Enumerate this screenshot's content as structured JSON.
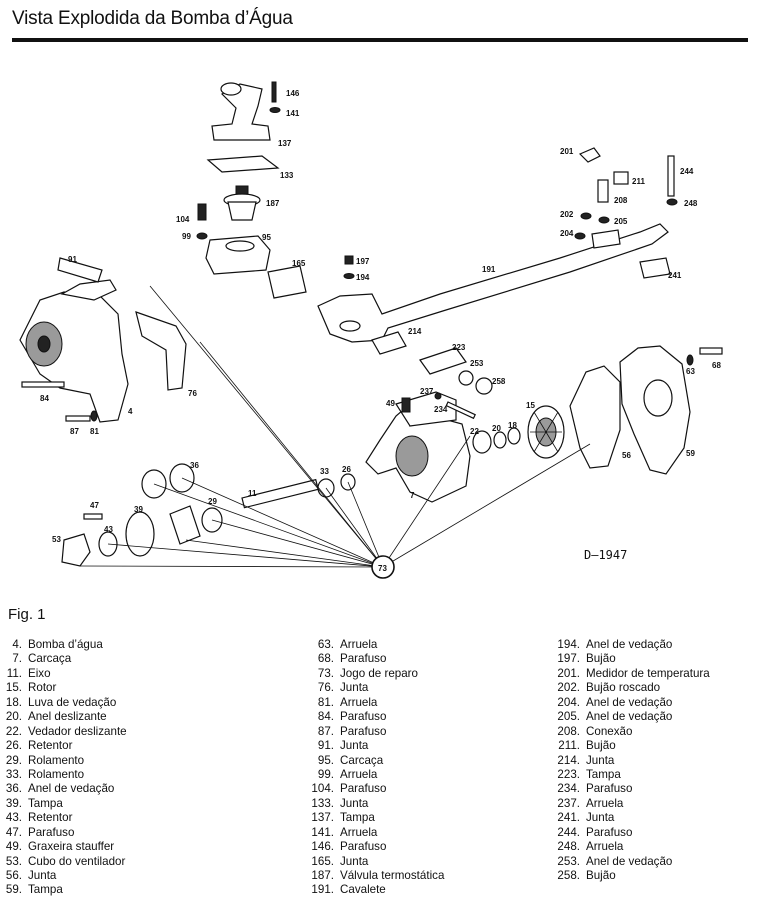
{
  "title": "Vista Explodida da Bomba d’Água",
  "figure_label": "Fig. 1",
  "drawing_ref": "D—1947",
  "callouts": [
    "146",
    "141",
    "137",
    "133",
    "187",
    "104",
    "99",
    "95",
    "91",
    "165",
    "197",
    "194",
    "191",
    "201",
    "211",
    "244",
    "208",
    "202",
    "205",
    "248",
    "204",
    "241",
    "214",
    "223",
    "253",
    "258",
    "237",
    "234",
    "49",
    "84",
    "87",
    "81",
    "4",
    "76",
    "15",
    "22",
    "20",
    "18",
    "63",
    "68",
    "56",
    "59",
    "36",
    "33",
    "26",
    "29",
    "11",
    "7",
    "47",
    "39",
    "43",
    "53",
    "73"
  ],
  "legend": {
    "col1": [
      {
        "num": "4.",
        "text": "Bomba d’água"
      },
      {
        "num": "7.",
        "text": "Carcaça"
      },
      {
        "num": "11.",
        "text": "Eixo"
      },
      {
        "num": "15.",
        "text": "Rotor"
      },
      {
        "num": "18.",
        "text": "Luva de vedação"
      },
      {
        "num": "20.",
        "text": "Anel deslizante"
      },
      {
        "num": "22.",
        "text": "Vedador deslizante"
      },
      {
        "num": "26.",
        "text": "Retentor"
      },
      {
        "num": "29.",
        "text": "Rolamento"
      },
      {
        "num": "33.",
        "text": "Rolamento"
      },
      {
        "num": "36.",
        "text": "Anel de vedação"
      },
      {
        "num": "39.",
        "text": "Tampa"
      },
      {
        "num": "43.",
        "text": "Retentor"
      },
      {
        "num": "47.",
        "text": "Parafuso"
      },
      {
        "num": "49.",
        "text": "Graxeira stauffer"
      },
      {
        "num": "53.",
        "text": "Cubo do ventilador"
      },
      {
        "num": "56.",
        "text": "Junta"
      },
      {
        "num": "59.",
        "text": "Tampa"
      }
    ],
    "col2": [
      {
        "num": "63.",
        "text": "Arruela"
      },
      {
        "num": "68.",
        "text": "Parafuso"
      },
      {
        "num": "73.",
        "text": "Jogo de reparo"
      },
      {
        "num": "76.",
        "text": "Junta"
      },
      {
        "num": "81.",
        "text": "Arruela"
      },
      {
        "num": "84.",
        "text": "Parafuso"
      },
      {
        "num": "87.",
        "text": "Parafuso"
      },
      {
        "num": "91.",
        "text": "Junta"
      },
      {
        "num": "95.",
        "text": "Carcaça"
      },
      {
        "num": "99.",
        "text": "Arruela"
      },
      {
        "num": "104.",
        "text": "Parafuso"
      },
      {
        "num": "133.",
        "text": "Junta"
      },
      {
        "num": "137.",
        "text": "Tampa"
      },
      {
        "num": "141.",
        "text": "Arruela"
      },
      {
        "num": "146.",
        "text": "Parafuso"
      },
      {
        "num": "165.",
        "text": "Junta"
      },
      {
        "num": "187.",
        "text": "Válvula termostática"
      },
      {
        "num": "191.",
        "text": "Cavalete"
      }
    ],
    "col3": [
      {
        "num": "194.",
        "text": "Anel de vedação"
      },
      {
        "num": "197.",
        "text": "Bujão"
      },
      {
        "num": "201.",
        "text": "Medidor de temperatura"
      },
      {
        "num": "202.",
        "text": "Bujão roscado"
      },
      {
        "num": "204.",
        "text": "Anel de vedação"
      },
      {
        "num": "205.",
        "text": "Anel de vedação"
      },
      {
        "num": "208.",
        "text": "Conexão"
      },
      {
        "num": "211.",
        "text": "Bujão"
      },
      {
        "num": "214.",
        "text": "Junta"
      },
      {
        "num": "223.",
        "text": "Tampa"
      },
      {
        "num": "234.",
        "text": "Parafuso"
      },
      {
        "num": "237.",
        "text": "Arruela"
      },
      {
        "num": "241.",
        "text": "Junta"
      },
      {
        "num": "244.",
        "text": "Parafuso"
      },
      {
        "num": "248.",
        "text": "Arruela"
      },
      {
        "num": "253.",
        "text": "Anel de vedação"
      },
      {
        "num": "258.",
        "text": "Bujão"
      }
    ]
  }
}
